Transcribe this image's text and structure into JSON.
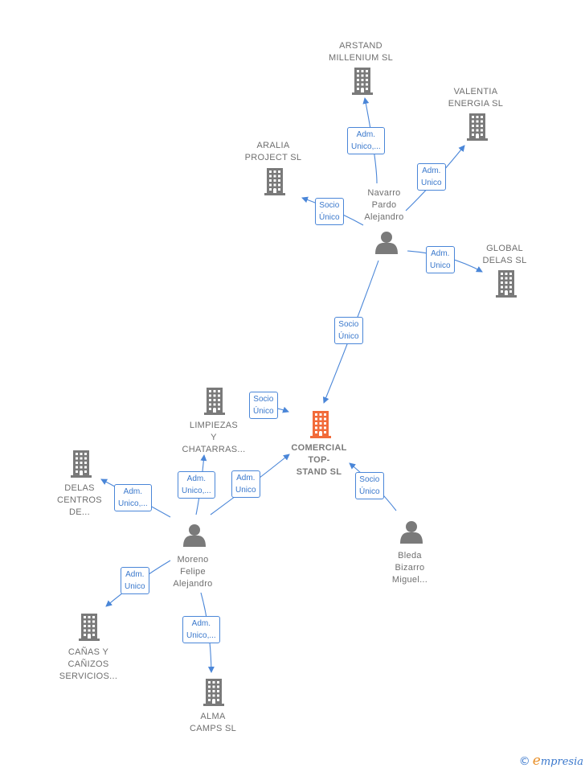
{
  "colors": {
    "edge": "#4a86d8",
    "building": "#7a7a7a",
    "main": "#f26b3a",
    "person": "#7a7a7a"
  },
  "nodes": [
    {
      "id": "arstand",
      "type": "company",
      "label": "ARSTAND\nMILLENIUM  SL"
    },
    {
      "id": "valentia",
      "type": "company",
      "label": "VALENTIA\nENERGIA  SL"
    },
    {
      "id": "aralia",
      "type": "company",
      "label": "ARALIA\nPROJECT  SL"
    },
    {
      "id": "navarro",
      "type": "person",
      "label": "Navarro\nPardo\nAlejandro"
    },
    {
      "id": "global",
      "type": "company",
      "label": "GLOBAL\nDELAS  SL"
    },
    {
      "id": "limpiezas",
      "type": "company",
      "label": "LIMPIEZAS\nY\nCHATARRAS..."
    },
    {
      "id": "comercial",
      "type": "main",
      "label": "COMERCIAL\nTOP-\nSTAND  SL"
    },
    {
      "id": "delas",
      "type": "company",
      "label": "DELAS\nCENTROS\nDE..."
    },
    {
      "id": "moreno",
      "type": "person",
      "label": "Moreno\nFelipe\nAlejandro"
    },
    {
      "id": "bleda",
      "type": "person",
      "label": "Bleda\nBizarro\nMiguel..."
    },
    {
      "id": "canas",
      "type": "company",
      "label": "CAÑAS Y\nCAÑIZOS\nSERVICIOS..."
    },
    {
      "id": "alma",
      "type": "company",
      "label": "ALMA\nCAMPS  SL"
    }
  ],
  "edges": [
    {
      "from": "navarro",
      "to": "arstand",
      "label": "Adm.\nUnico,..."
    },
    {
      "from": "navarro",
      "to": "valentia",
      "label": "Adm.\nUnico"
    },
    {
      "from": "navarro",
      "to": "aralia",
      "label": "Socio\nÚnico"
    },
    {
      "from": "navarro",
      "to": "global",
      "label": "Adm.\nUnico"
    },
    {
      "from": "navarro",
      "to": "comercial",
      "label": "Socio\nÚnico"
    },
    {
      "from": "limpiezas",
      "to": "comercial",
      "label": "Socio\nÚnico"
    },
    {
      "from": "moreno",
      "to": "limpiezas",
      "label": "Adm.\nUnico,..."
    },
    {
      "from": "moreno",
      "to": "comercial",
      "label": "Adm.\nUnico"
    },
    {
      "from": "moreno",
      "to": "delas",
      "label": "Adm.\nUnico,..."
    },
    {
      "from": "bleda",
      "to": "comercial",
      "label": "Socio\nÚnico"
    },
    {
      "from": "moreno",
      "to": "canas",
      "label": "Adm.\nUnico"
    },
    {
      "from": "moreno",
      "to": "alma",
      "label": "Adm.\nUnico,..."
    }
  ],
  "footer": {
    "copyright": "©",
    "brand_initial": "e",
    "brand_rest": "mpresia"
  }
}
